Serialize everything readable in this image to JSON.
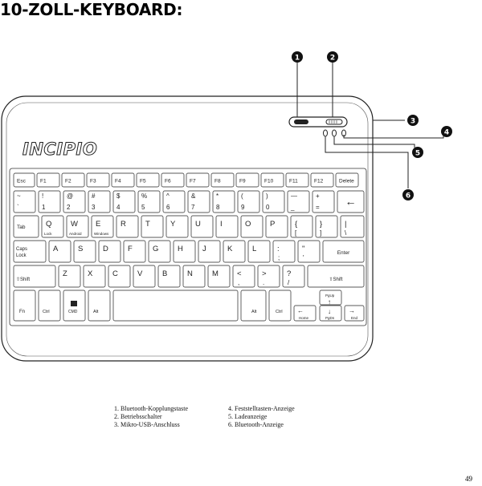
{
  "title": "10-ZOLL-KEYBOARD:",
  "brand": "INCIPIO",
  "callouts": [
    "1",
    "2",
    "3",
    "4",
    "5",
    "6"
  ],
  "legend_left": [
    "1. Bluetooth-Kopplungstaste",
    "2. Betriebsschalter",
    "3. Mikro-USB-Anschluss"
  ],
  "legend_right": [
    "4. Feststelltasten-Anzeige",
    "5. Ladeanzeige",
    "6. Bluetooth-Anzeige"
  ],
  "page_number": "49",
  "keys": {
    "fn_row": [
      "Esc",
      "F1",
      "F2",
      "F3",
      "F4",
      "F5",
      "F6",
      "F7",
      "F8",
      "F9",
      "F10",
      "F11",
      "F12",
      "Delete"
    ],
    "num_top": [
      "~",
      "!",
      "@",
      "#",
      "$",
      "%",
      "^",
      "&",
      "*",
      "(",
      ")",
      "—",
      "+"
    ],
    "num_bot": [
      "`",
      "1",
      "2",
      "3",
      "4",
      "5",
      "6",
      "7",
      "8",
      "9",
      "0",
      "_",
      "="
    ],
    "tab": "Tab",
    "row_q": [
      "Q",
      "W",
      "E",
      "R",
      "T",
      "Y",
      "U",
      "I",
      "O",
      "P",
      "{",
      "}",
      "|"
    ],
    "row_q_low": [
      "[",
      "]",
      "\\"
    ],
    "row_q_sub": [
      "Lock",
      "Android",
      "Windows"
    ],
    "caps": [
      "Caps",
      "Lock"
    ],
    "row_a": [
      "A",
      "S",
      "D",
      "F",
      "G",
      "H",
      "J",
      "K",
      "L",
      ":",
      "\""
    ],
    "row_a_low": [
      ";",
      "'"
    ],
    "enter": "Enter",
    "shift": "Shift",
    "row_z": [
      "Z",
      "X",
      "C",
      "V",
      "B",
      "N",
      "M",
      "<",
      ">",
      "?"
    ],
    "row_z_low": [
      ",",
      ".",
      "/"
    ],
    "bottom": [
      "Fn",
      "Ctrl",
      "CMD",
      "Alt",
      "Alt",
      "Ctrl"
    ],
    "arrows": [
      "PgUp",
      "Home",
      "PgDn",
      "End"
    ]
  }
}
